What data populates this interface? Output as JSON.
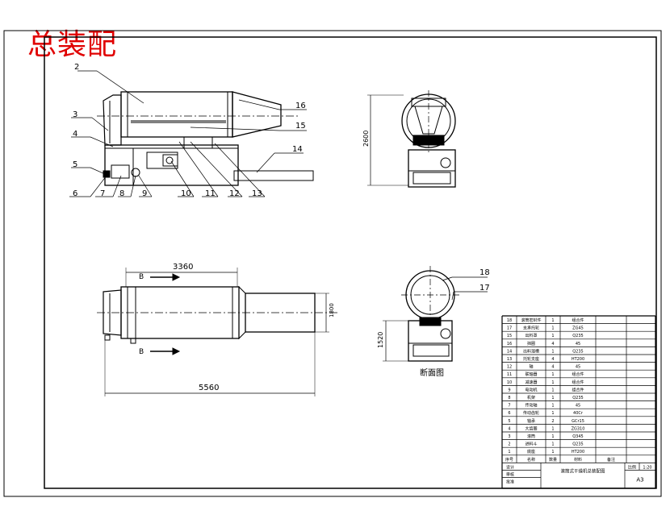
{
  "title_stamp": "总装配",
  "balloons": {
    "front": [
      "2",
      "3",
      "4",
      "5",
      "6",
      "7",
      "8",
      "9",
      "10",
      "11",
      "12",
      "13",
      "14",
      "15",
      "16"
    ],
    "section": [
      "18",
      "17"
    ]
  },
  "dimensions": {
    "side_height": "2600",
    "top_length": "3360",
    "top_width": "1800",
    "overall_length": "5560",
    "section_height": "1520"
  },
  "section_marks": {
    "upper": "B",
    "lower": "B"
  },
  "section_caption": "断面图",
  "bom": {
    "rows": [
      {
        "no": "18",
        "name": "滚筒密封件",
        "qty": "1",
        "material": "组合件"
      },
      {
        "no": "17",
        "name": "支承托轮",
        "qty": "1",
        "material": "ZG45"
      },
      {
        "no": "15",
        "name": "出料罩",
        "qty": "1",
        "material": "Q235"
      },
      {
        "no": "16",
        "name": "挡圈",
        "qty": "4",
        "material": "45"
      },
      {
        "no": "14",
        "name": "出料溜槽",
        "qty": "1",
        "material": "Q235"
      },
      {
        "no": "13",
        "name": "托轮支座",
        "qty": "4",
        "material": "HT200"
      },
      {
        "no": "12",
        "name": "轴",
        "qty": "4",
        "material": "45"
      },
      {
        "no": "11",
        "name": "联轴器",
        "qty": "1",
        "material": "组合件"
      },
      {
        "no": "10",
        "name": "减速器",
        "qty": "1",
        "material": "组合件"
      },
      {
        "no": "9",
        "name": "电动机",
        "qty": "1",
        "material": "组合件"
      },
      {
        "no": "8",
        "name": "机架",
        "qty": "1",
        "material": "Q235"
      },
      {
        "no": "7",
        "name": "传动轴",
        "qty": "1",
        "material": "45"
      },
      {
        "no": "6",
        "name": "传动齿轮",
        "qty": "1",
        "material": "40Cr"
      },
      {
        "no": "5",
        "name": "轴承",
        "qty": "2",
        "material": "GCr15"
      },
      {
        "no": "4",
        "name": "大齿圈",
        "qty": "1",
        "material": "ZG310"
      },
      {
        "no": "3",
        "name": "滚筒",
        "qty": "1",
        "material": "Q345"
      },
      {
        "no": "2",
        "name": "进料斗",
        "qty": "1",
        "material": "Q235"
      },
      {
        "no": "1",
        "name": "底座",
        "qty": "1",
        "material": "HT200"
      }
    ],
    "header": {
      "no": "序号",
      "name": "名称",
      "qty": "数量",
      "material": "材料",
      "note": "备注"
    },
    "title_block": {
      "designed": "设计",
      "checked": "审核",
      "approved": "批准",
      "drawing_title": "滚筒式干燥机总装配图",
      "scale_label": "比例",
      "scale_value": "1:20",
      "sheet": "A3"
    }
  }
}
